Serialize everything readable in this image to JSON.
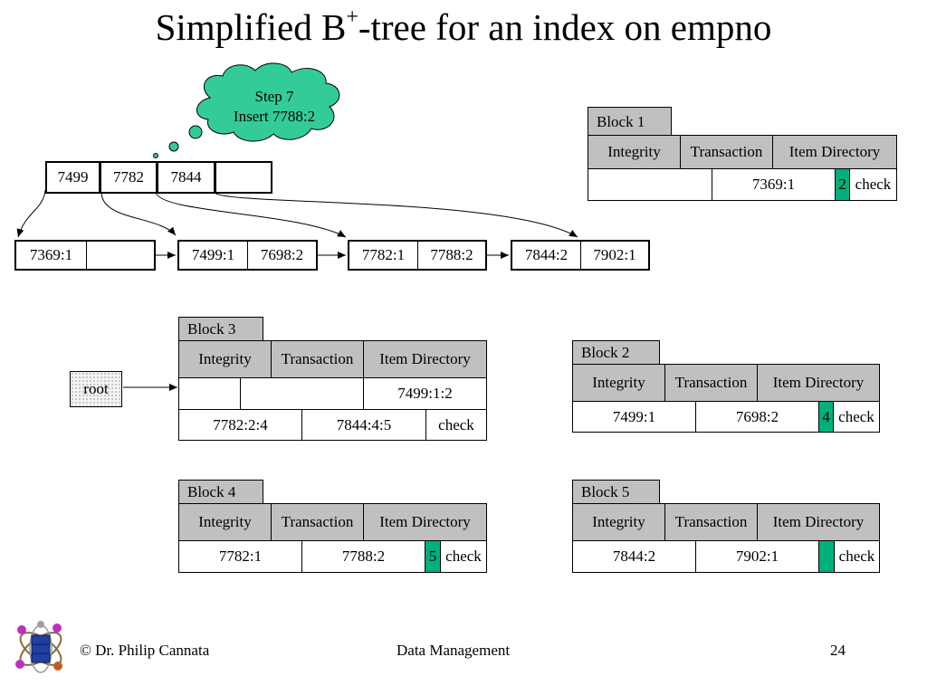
{
  "title": {
    "base": "Simplified B",
    "sup": "+",
    "rest": "-tree for an index on empno"
  },
  "callout": {
    "line1": "Step 7",
    "line2": "Insert 7788:2"
  },
  "root_node": {
    "keys": [
      "7499",
      "7782",
      "7844",
      ""
    ]
  },
  "leaves": [
    {
      "k1": "7369:1",
      "k2": ""
    },
    {
      "k1": "7499:1",
      "k2": "7698:2"
    },
    {
      "k1": "7782:1",
      "k2": "7788:2"
    },
    {
      "k1": "7844:2",
      "k2": "7902:1"
    }
  ],
  "root_label": "root",
  "headers": {
    "integrity": "Integrity",
    "transaction": "Transaction",
    "item_directory": "Item Directory"
  },
  "block1": {
    "name": "Block 1",
    "entry": "7369:1",
    "count": "2",
    "check": "check"
  },
  "block2": {
    "name": "Block 2",
    "e1": "7499:1",
    "e2": "7698:2",
    "count": "4",
    "check": "check"
  },
  "block3": {
    "name": "Block 3",
    "entry": "7499:1:2",
    "r2c1": "7782:2:4",
    "r2c2": "7844:4:5",
    "check": "check"
  },
  "block4": {
    "name": "Block 4",
    "e1": "7782:1",
    "e2": "7788:2",
    "count": "5",
    "check": "check"
  },
  "block5": {
    "name": "Block 5",
    "e1": "7844:2",
    "e2": "7902:1",
    "count": "",
    "check": "check"
  },
  "footer": {
    "left": "© Dr. Philip Cannata",
    "center": "Data Management",
    "page": "24"
  },
  "colors": {
    "cloud": "#33cc99",
    "header_gray": "#c0c0c0",
    "teal": "#00b07c"
  }
}
